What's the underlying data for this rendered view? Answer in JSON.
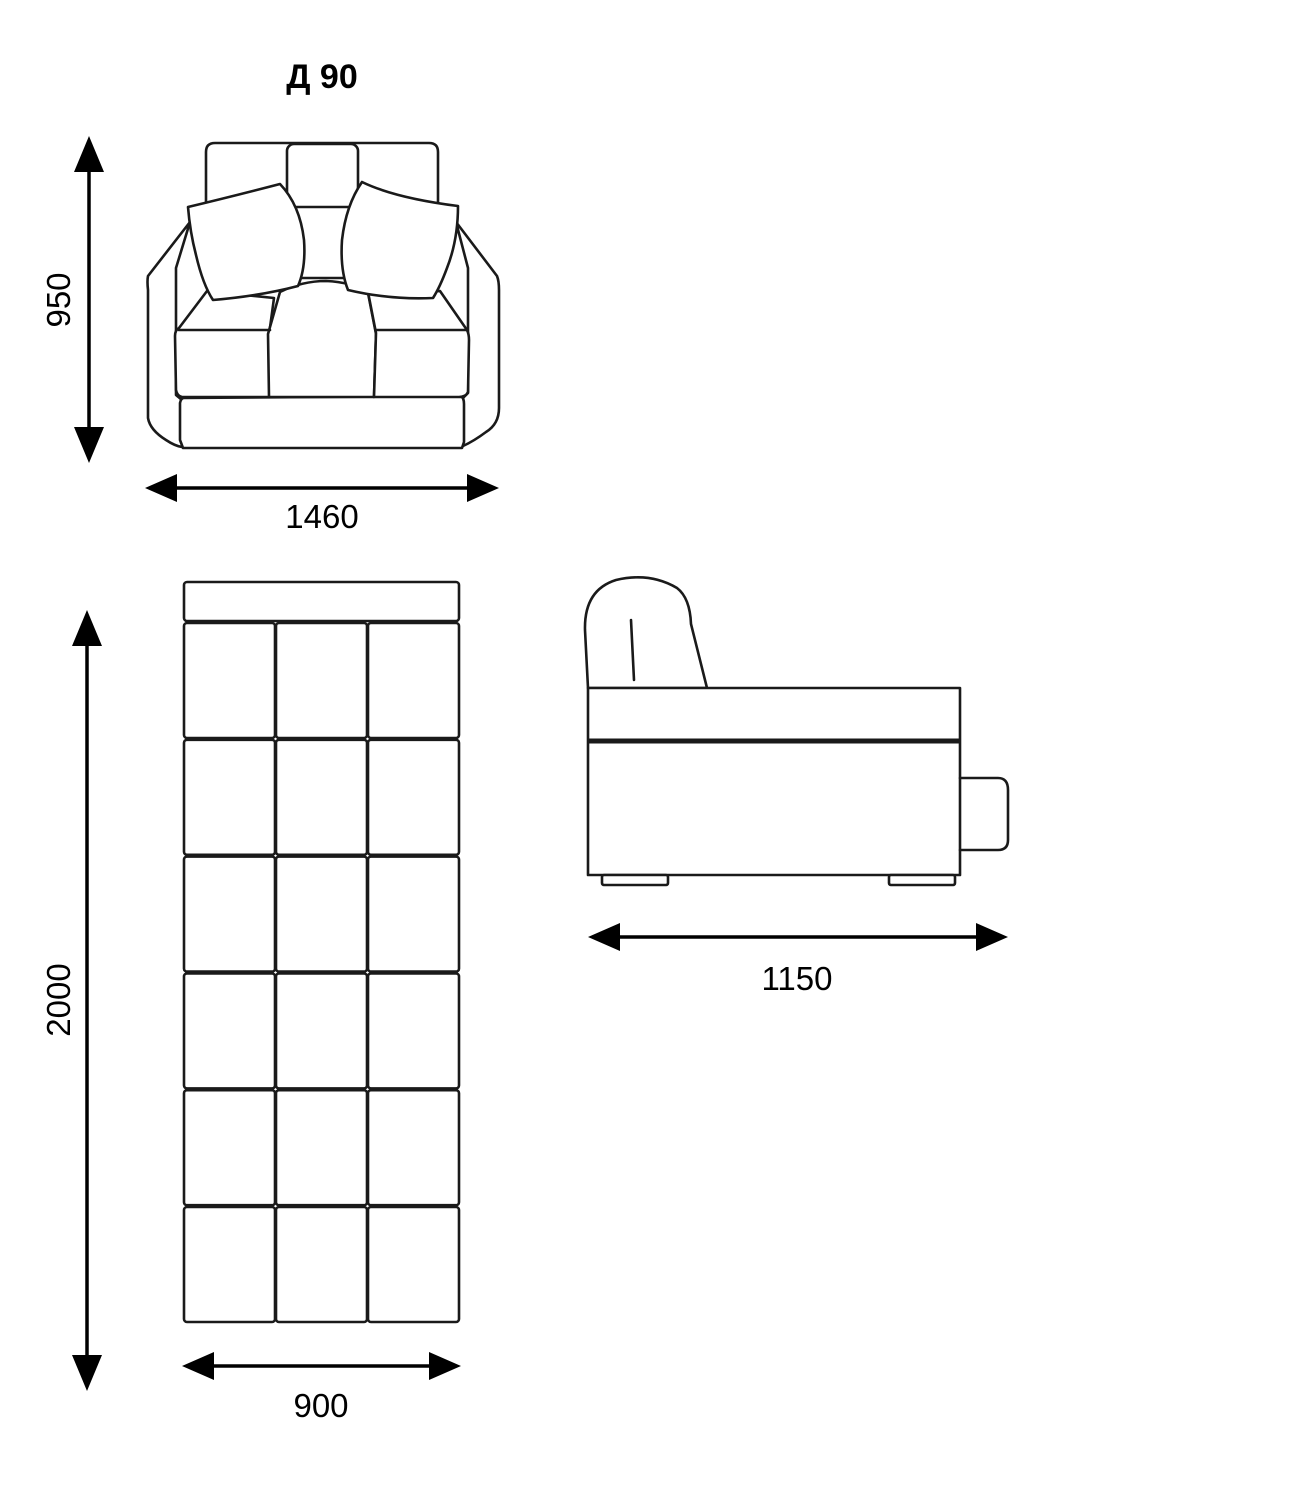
{
  "model_title": "Д 90",
  "dimensions": {
    "front_height": "950",
    "front_width": "1460",
    "bed_length": "2000",
    "bed_width": "900",
    "side_depth": "1150"
  },
  "colors": {
    "line": "#1a1a1a",
    "background": "#ffffff"
  }
}
